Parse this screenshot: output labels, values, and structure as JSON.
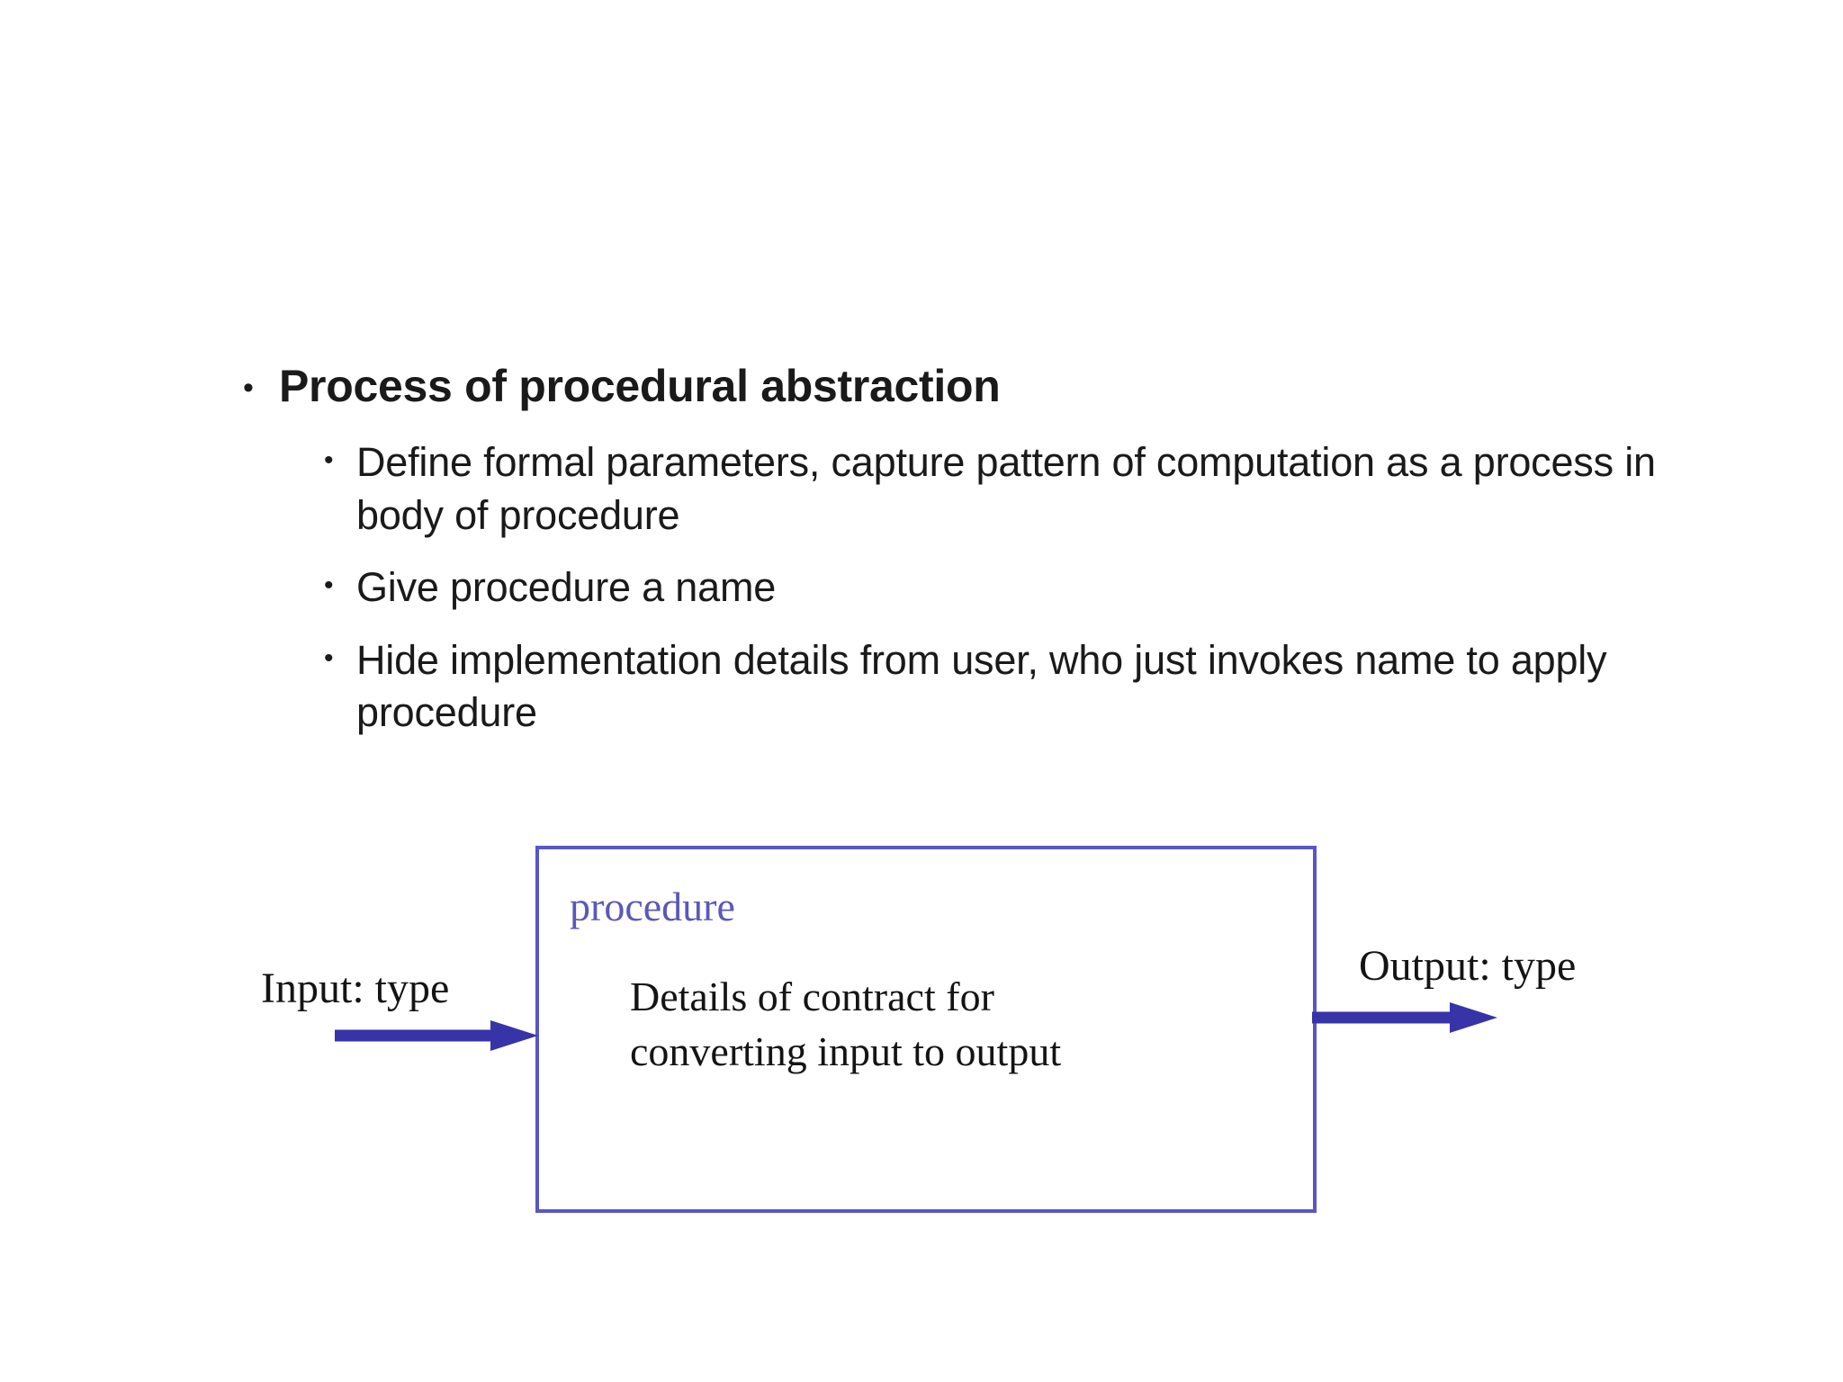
{
  "slide": {
    "background_color": "#ffffff",
    "heading": {
      "bullet_glyph": "•",
      "text": "Process of procedural abstraction"
    },
    "sub_bullets": [
      {
        "bullet_glyph": "•",
        "text": "Define formal parameters, capture pattern of computation as a process in body of procedure"
      },
      {
        "bullet_glyph": "•",
        "text": "Give procedure a name"
      },
      {
        "bullet_glyph": "•",
        "text": "Hide implementation details from user, who just invokes name to apply procedure"
      }
    ]
  },
  "diagram": {
    "box_border_color": "#5a56c4",
    "arrow_color": "#3734a8",
    "procedure_label": "procedure",
    "procedure_label_color": "#5b58b8",
    "body_line_1": "Details of contract for",
    "body_line_2": "converting input to output",
    "input_label": "Input: type",
    "output_label": "Output: type"
  }
}
